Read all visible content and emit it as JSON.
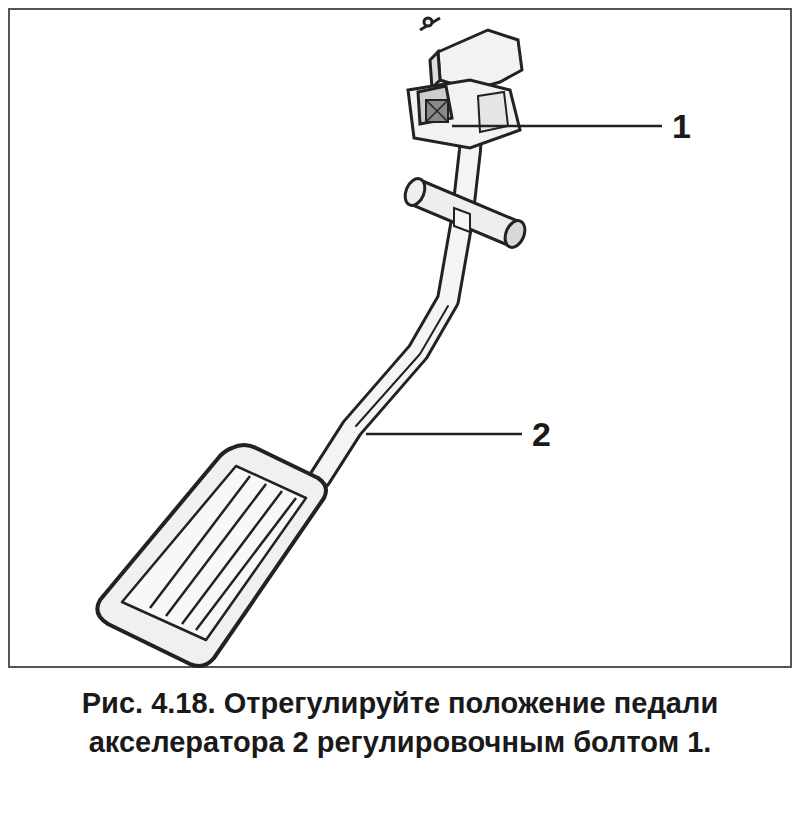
{
  "diagram": {
    "caption": "Рис. 4.18. Отрегулируйте положение педали акселератора 2 регулировочным болтом 1.",
    "labels": [
      "1",
      "2"
    ]
  }
}
